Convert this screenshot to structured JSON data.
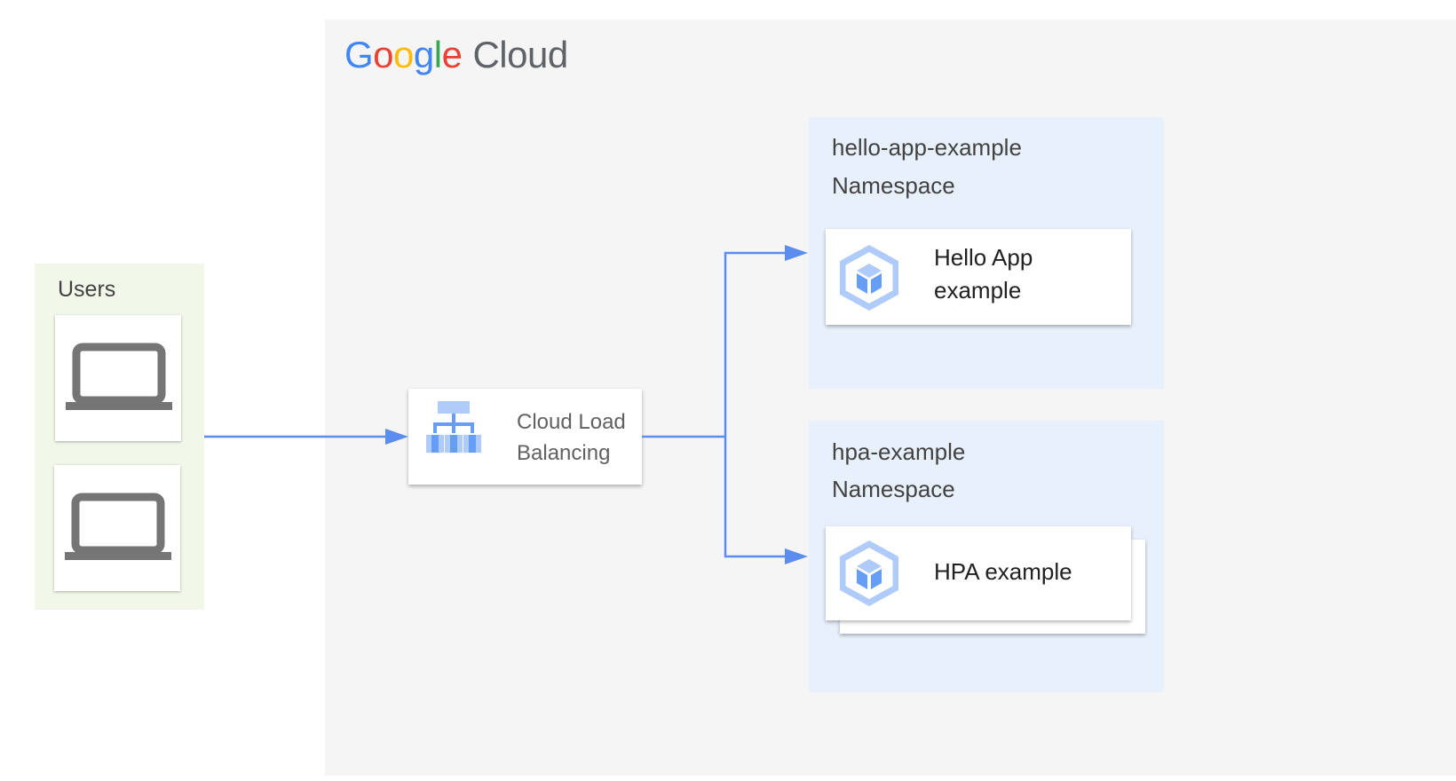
{
  "logo": {
    "letters": [
      "G",
      "o",
      "o",
      "g",
      "l",
      "e"
    ],
    "product": "Cloud",
    "colors": [
      "#4285F4",
      "#EA4335",
      "#FBBC05",
      "#4285F4",
      "#34A853",
      "#EA4335"
    ]
  },
  "users": {
    "label": "Users",
    "devices": [
      "laptop-icon",
      "laptop-icon"
    ]
  },
  "load_balancer": {
    "line1": "Cloud Load",
    "line2": "Balancing",
    "icon": "load-balancing-icon"
  },
  "namespaces": [
    {
      "name": "hello-app-example",
      "kind": "Namespace",
      "service": {
        "line1": "Hello App",
        "line2": "example",
        "icon": "gke-cube-icon"
      }
    },
    {
      "name": "hpa-example",
      "kind": "Namespace",
      "service": {
        "line1": "HPA example",
        "icon": "gke-cube-icon",
        "stacked": true
      }
    }
  ],
  "colors": {
    "connector": "#5b8def",
    "gcp_background": "#f5f5f5",
    "users_zone": "#f1f8e9",
    "namespace_zone": "#e8f0fb",
    "icon_blue_light": "#aecbfa",
    "icon_blue_dark": "#669df6",
    "laptop_gray": "#757575"
  }
}
